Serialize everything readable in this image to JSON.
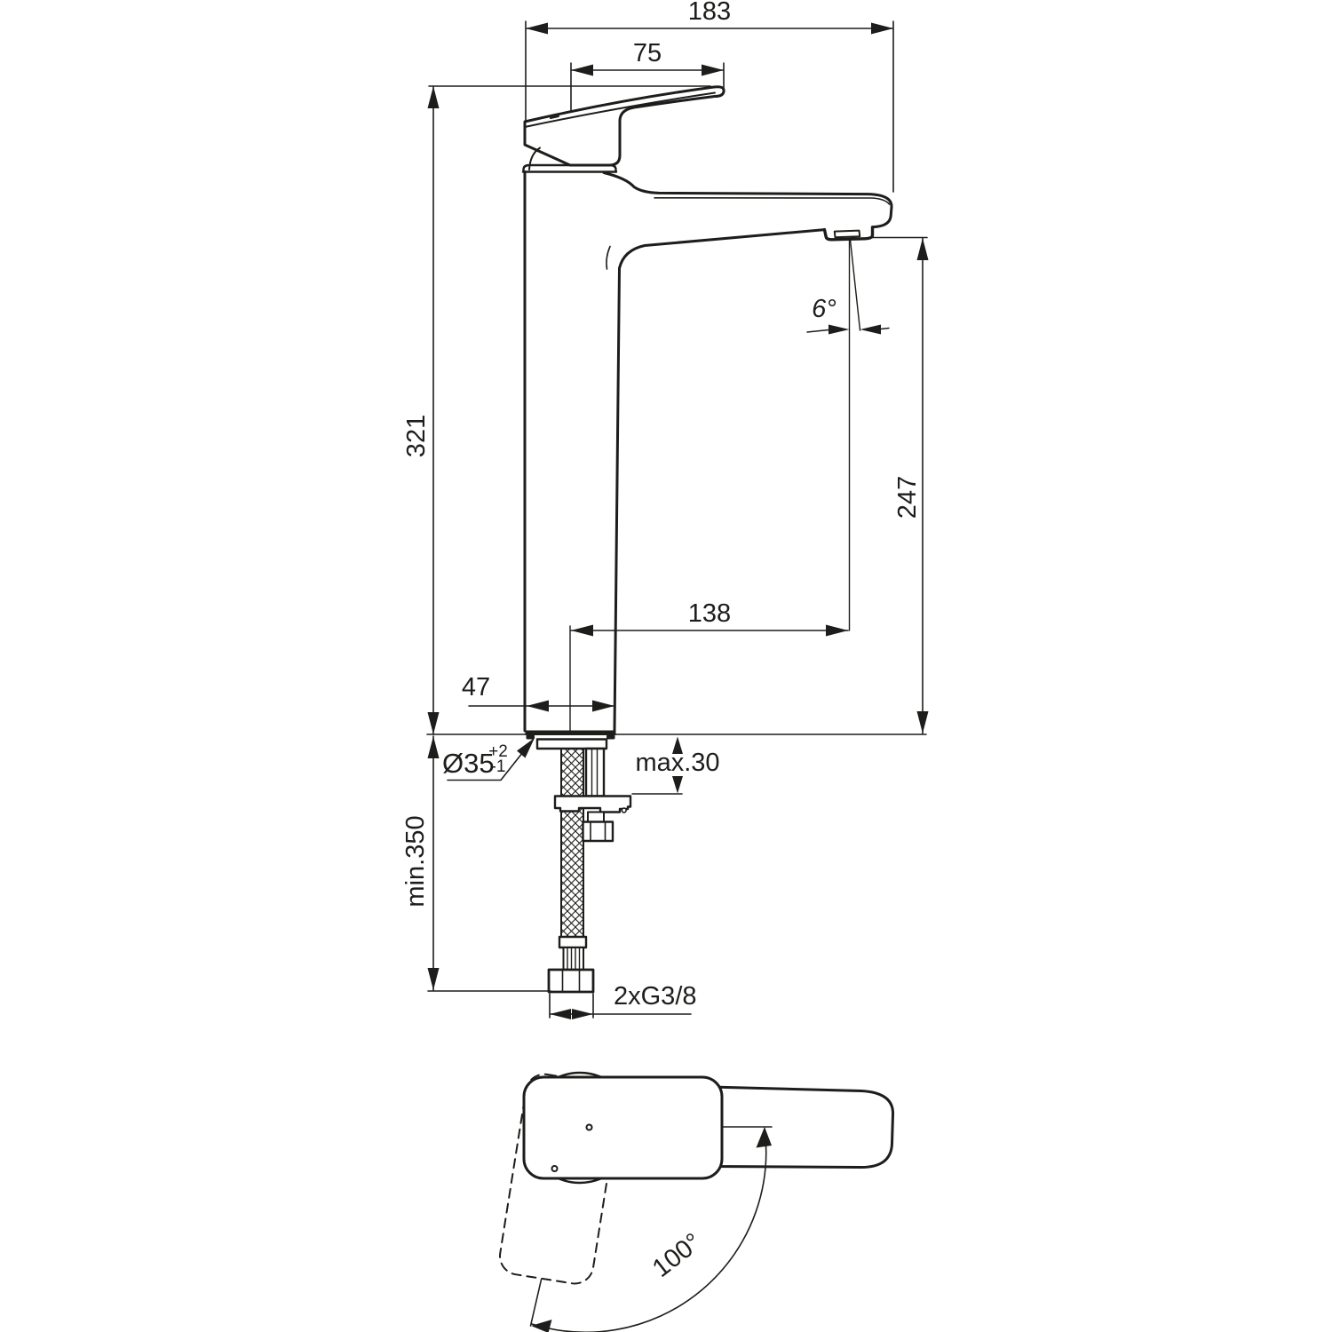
{
  "drawing": {
    "colors": {
      "line": "#1d1d1b",
      "background": "#ffffff"
    },
    "dimensions": {
      "total_width": "183",
      "handle_reach": "75",
      "total_height": "321",
      "outlet_height": "247",
      "outlet_angle": "6°",
      "outlet_reach": "138",
      "body_width": "47",
      "hole_diameter": "Ø35",
      "hole_tolerance_plus": "+2",
      "hole_tolerance_minus": "-1",
      "max_deck_thickness": "max.30",
      "min_hose_length": "min.350",
      "supply_connection": "2xG3/8",
      "handle_swing_angle": "100°"
    }
  }
}
